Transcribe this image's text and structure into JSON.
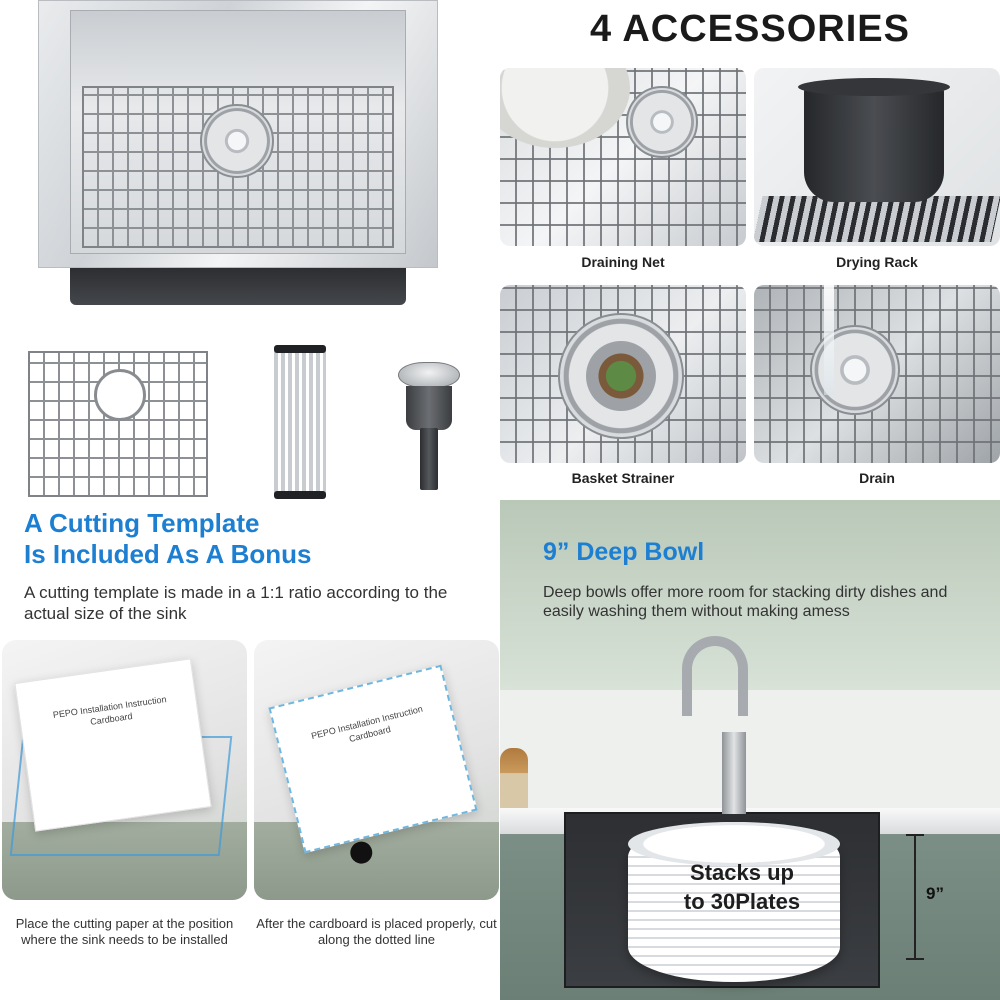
{
  "accessories": {
    "title": "4 ACCESSORIES",
    "items": [
      {
        "label": "Draining Net"
      },
      {
        "label": "Drying Rack"
      },
      {
        "label": "Basket Strainer"
      },
      {
        "label": "Drain"
      }
    ]
  },
  "template": {
    "title_line1": "A Cutting Template",
    "title_line2": "Is Included As A Bonus",
    "description": "A cutting template is made in a 1:1 ratio according to the actual size of the sink",
    "card_text": "PEPO Installation Instruction Cardboard",
    "steps": [
      {
        "caption": "Place the cutting paper at the position where the sink needs to be installed"
      },
      {
        "caption": "After the cardboard is placed properly, cut along the dotted line"
      }
    ]
  },
  "deep_bowl": {
    "title": "9” Deep Bowl",
    "description": "Deep bowls offer more room for stacking dirty dishes and easily washing them without making amess",
    "stack_label": "Stacks up to 30Plates",
    "depth_label": "9”"
  },
  "colors": {
    "accent_blue": "#1d7fd1",
    "cabinet_green": "#7b8f86",
    "sink_black": "#2d2f32"
  }
}
